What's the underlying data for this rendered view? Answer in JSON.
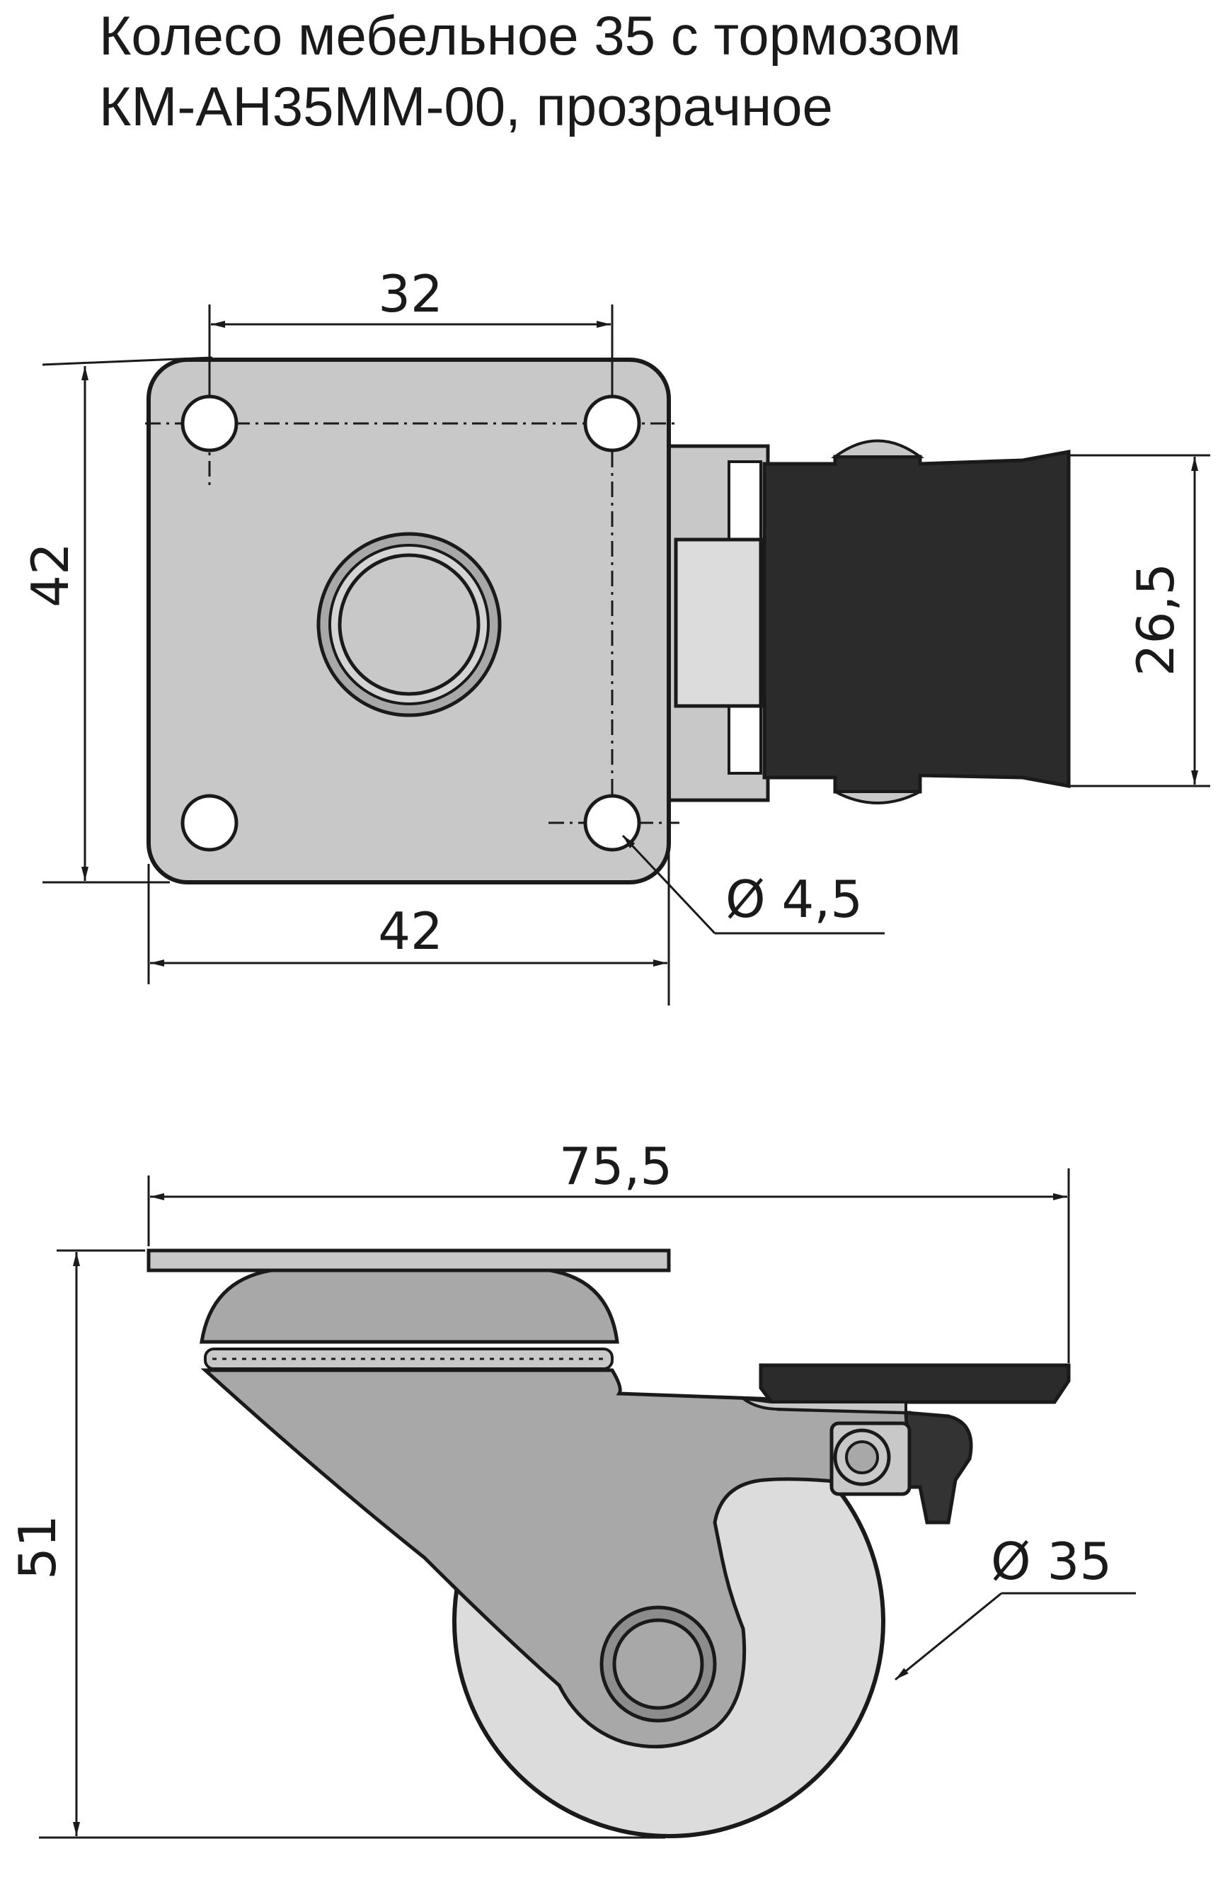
{
  "title": {
    "line1": "Колесо мебельное 35 с тормозом",
    "line2": "КМ-АН35ММ-00, прозрачное"
  },
  "dimensions": {
    "hole_spacing": "32",
    "plate_height": "42",
    "plate_width": "42",
    "wheel_width": "26,5",
    "hole_diameter": "Ø 4,5",
    "total_length": "75,5",
    "total_height": "51",
    "wheel_diameter": "Ø 35"
  },
  "colors": {
    "line": "#1a1a1a",
    "plate": "#c8c8c8",
    "fork": "#a8a8a8",
    "wheel": "#dcdcdc",
    "tyre": "#2b2b2b",
    "brake": "#333333"
  }
}
